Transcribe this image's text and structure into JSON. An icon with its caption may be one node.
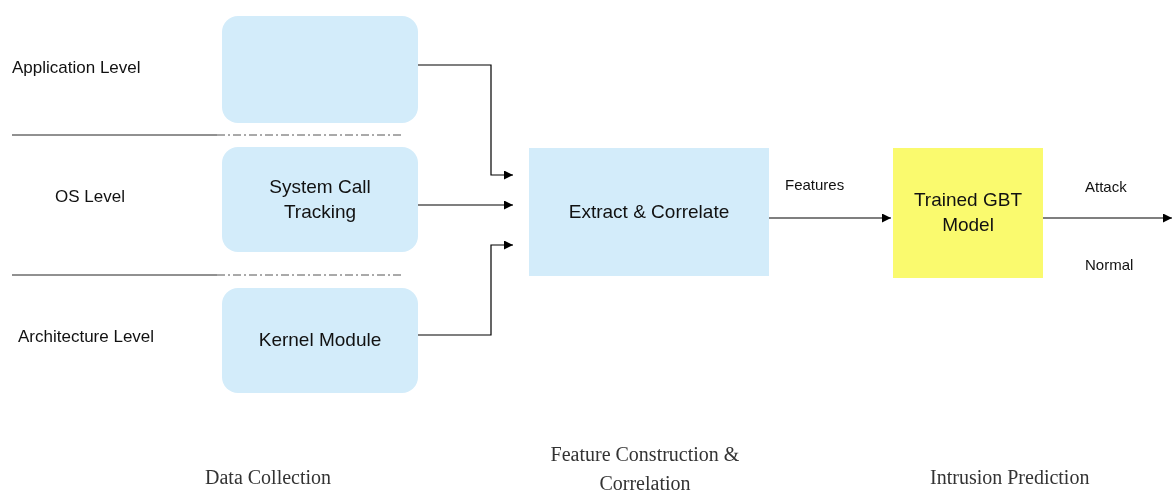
{
  "diagram": {
    "nodes": [
      {
        "text": [],
        "shape": "box"
      },
      {
        "text": [
          "System Call Tracking"
        ]
      },
      {
        "text": [
          "Kernel Module"
        ]
      },
      {
        "text": [
          "Extract & Correlate"
        ]
      },
      {
        "text": [
          "Trained GBT Model"
        ]
      }
    ],
    "edges": [
      {
        "from": 0,
        "to": 3,
        "arrow": "to"
      },
      {
        "from": 1,
        "to": 3,
        "arrow": "to"
      },
      {
        "from": 2,
        "to": 3,
        "arrow": "to"
      },
      {
        "from": 3,
        "to": 4,
        "arrow": "to",
        "label": "Features"
      },
      {
        "from": 4,
        "to": null,
        "arrow": "to"
      }
    ],
    "labels": [
      "Application Level",
      "OS Level",
      "Architecture Level",
      "Attack",
      "Normal",
      "Data Collection",
      "Feature Construction & Correlation",
      "Intrusion Prediction"
    ]
  }
}
